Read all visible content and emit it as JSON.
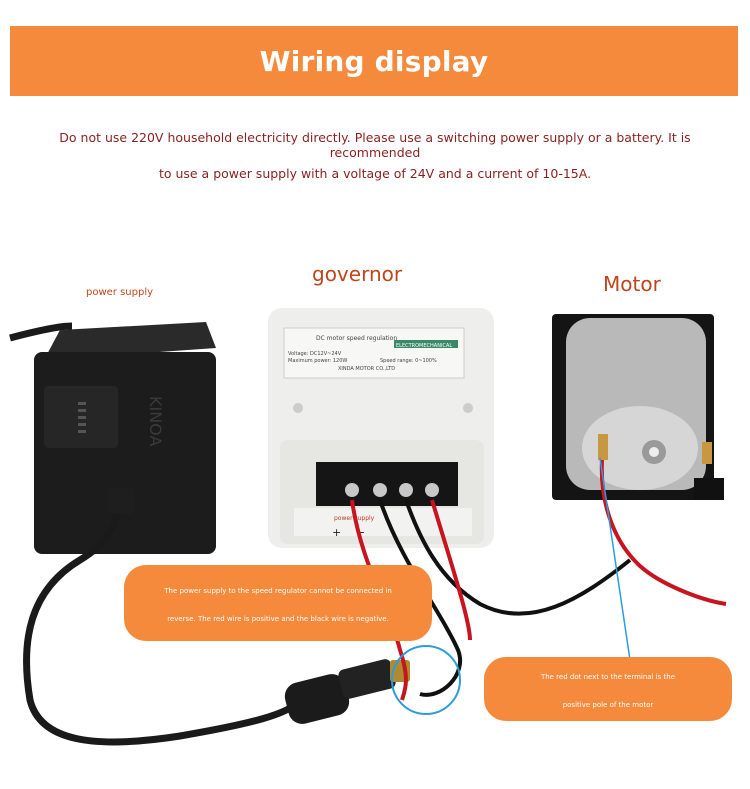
{
  "header": {
    "title": "Wiring display"
  },
  "notice": {
    "line1": "Do not use 220V household electricity directly. Please use a switching power supply or a battery. It is recommended",
    "line2": "to use a power supply with a voltage of 24V and a current of 10-15A."
  },
  "labels": {
    "power_supply": "power supply",
    "governor": "governor",
    "motor": "Motor"
  },
  "power_adapter": {
    "brand_text": "KINOA"
  },
  "controller": {
    "title": "DC motor speed regulation",
    "brand": "ELECTROMECHANICAL",
    "voltage": "Voltage: DC12V~24V",
    "max_power": "Maximum power: 120W",
    "speed_range": "Speed range: 0~100%",
    "maker": "XINDA MOTOR CO.,LTD",
    "power_supply_tag": "power supply",
    "plus": "+",
    "minus": "−"
  },
  "callouts": {
    "left_line1": "The power supply to the speed regulator cannot be connected in",
    "left_line2": "reverse. The red wire is positive and the black wire is negative.",
    "right_line1": "The red dot next to the terminal is the",
    "right_line2": "positive pole of the motor"
  },
  "colors": {
    "accent": "#f58a3c",
    "notice_text": "#8a1f1f",
    "label_text": "#c0451b",
    "highlight_ring": "#2a9de0"
  }
}
